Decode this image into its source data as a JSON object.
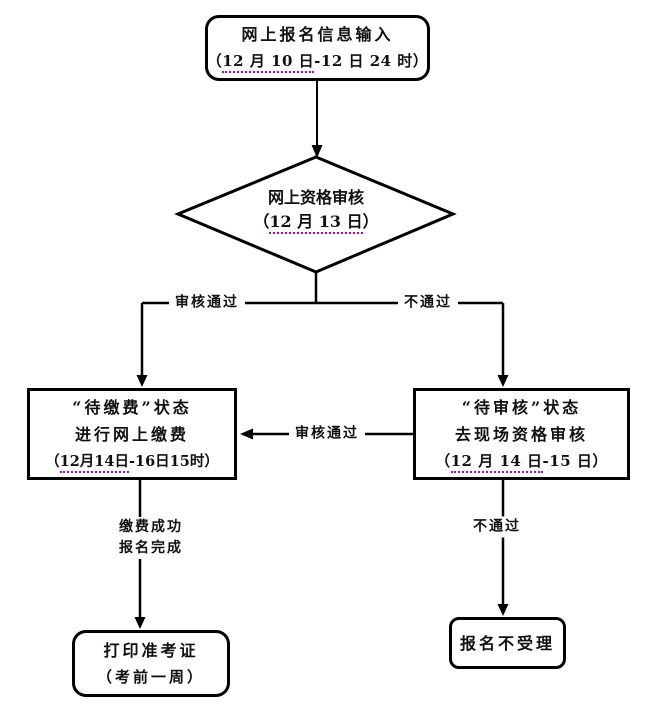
{
  "diagram": {
    "title_hint": "online-exam-registration-flowchart",
    "nodes": {
      "start": {
        "line1": "网上报名信息输入",
        "date_pre": "（",
        "date_underlined": "12 月 10 日",
        "date_post": "-12 日 24 时）"
      },
      "online_review": {
        "line1": "网上资格审核",
        "date_pre": "（",
        "date_underlined": "12 月 13 日",
        "date_post": "）"
      },
      "pending_payment": {
        "line1": "“待缴费”状态",
        "line2": "进行网上缴费",
        "date_pre": "（",
        "date_underlined": "12月14日",
        "date_post": "-16日15时）"
      },
      "pending_review": {
        "line1": "“待审核”状态",
        "line2": "去现场资格审核",
        "date_pre": "（",
        "date_underlined": "12 月 14 日",
        "date_post": "-15 日）"
      },
      "print_ticket": {
        "line1": "打印准考证",
        "line2": "（考前一周）"
      },
      "rejected": {
        "line1": "报名不受理"
      }
    },
    "edges": {
      "review_pass": "审核通过",
      "review_fail": "不通过",
      "onsite_pass": "审核通过",
      "paid_line1": "缴费成功",
      "paid_line2": "报名完成",
      "onsite_fail": "不通过"
    },
    "colors": {
      "line": "#000000",
      "text": "#111111",
      "underline": "#c000c0",
      "background": "#ffffff"
    }
  }
}
